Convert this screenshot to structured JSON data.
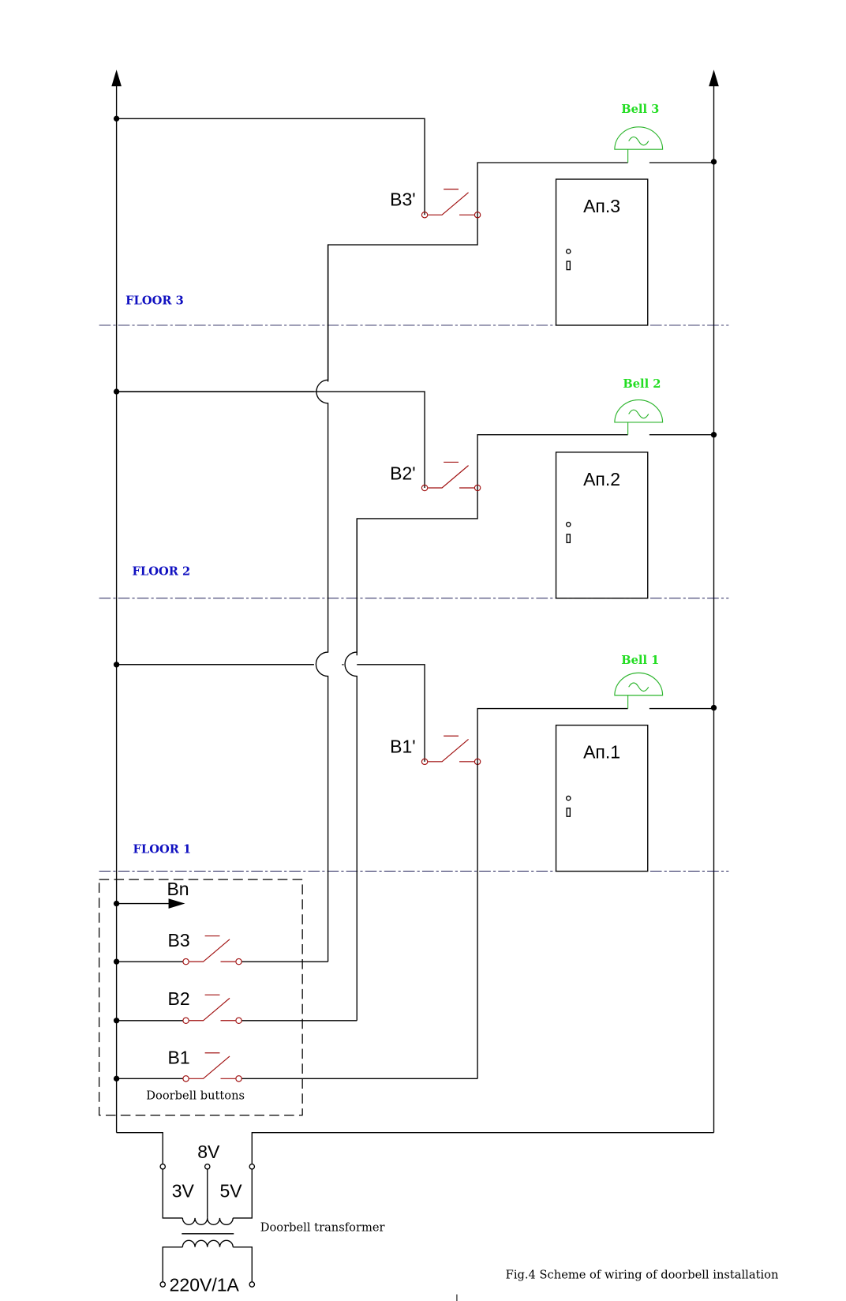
{
  "floors": [
    "FLOOR 3",
    "FLOOR 2",
    "FLOOR 1"
  ],
  "bells": [
    "Bell 3",
    "Bell 2",
    "Bell 1"
  ],
  "apartments": [
    "Ап.3",
    "Ап.2",
    "Ап.1"
  ],
  "floor_buttons": [
    "B3'",
    "B2'",
    "B1'"
  ],
  "panel": {
    "bn": "Bn",
    "buttons": [
      "B3",
      "B2",
      "B1"
    ],
    "label": "Doorbell buttons"
  },
  "transformer": {
    "v8": "8V",
    "v3": "3V",
    "v5": "5V",
    "label": "Doorbell transformer",
    "input": "220V/1A"
  },
  "caption": "Fig.4 Scheme of wiring of doorbell installation",
  "colors": {
    "wire": "#000000",
    "switch": "#a01010",
    "bell": "#2db52d",
    "floor_label": "#1010c0"
  }
}
